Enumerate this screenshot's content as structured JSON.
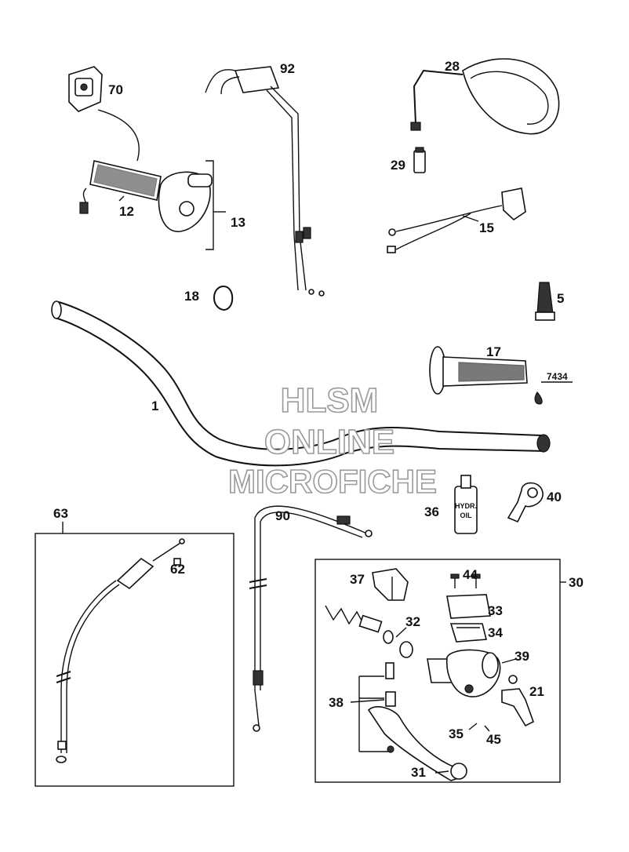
{
  "watermark": {
    "line1": "HLSM",
    "line2": "ONLINE",
    "line3": "MICROFICHE"
  },
  "callouts": {
    "p70": "70",
    "p92": "92",
    "p28": "28",
    "p29": "29",
    "p12": "12",
    "p13": "13",
    "p15": "15",
    "p18": "18",
    "p5": "5",
    "p17": "17",
    "p7434": "7434",
    "p1": "1",
    "p63": "63",
    "p90": "90",
    "p36": "36",
    "p40": "40",
    "p62": "62",
    "p37": "37",
    "p44": "44",
    "p30": "30",
    "p33": "33",
    "p32": "32",
    "p34": "34",
    "p39": "39",
    "p38": "38",
    "p21": "21",
    "p35": "35",
    "p45": "45",
    "p31": "31"
  },
  "bottle_label": {
    "line1": "HYDR.",
    "line2": "OIL"
  }
}
